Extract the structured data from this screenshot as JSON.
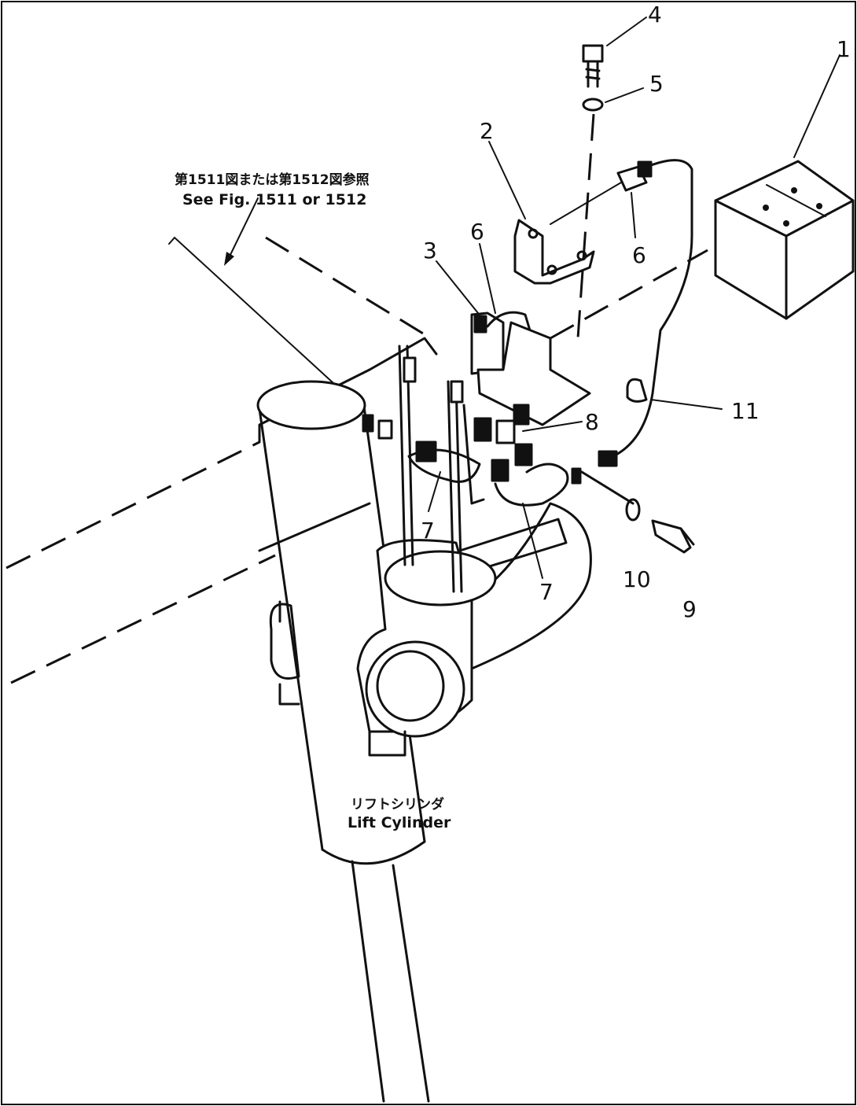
{
  "callouts": {
    "c1": "1",
    "c2": "2",
    "c3": "3",
    "c4": "4",
    "c5": "5",
    "c6a": "6",
    "c6b": "6",
    "c7a": "7",
    "c7b": "7",
    "c8": "8",
    "c9": "9",
    "c10": "10",
    "c11": "11"
  },
  "notes": {
    "see_fig_jp": "第1511図または第1512図参照",
    "see_fig_en": "See Fig. 1511 or 1512",
    "lift_cylinder_jp": "リフトシリンダ",
    "lift_cylinder_en": "Lift Cylinder"
  }
}
